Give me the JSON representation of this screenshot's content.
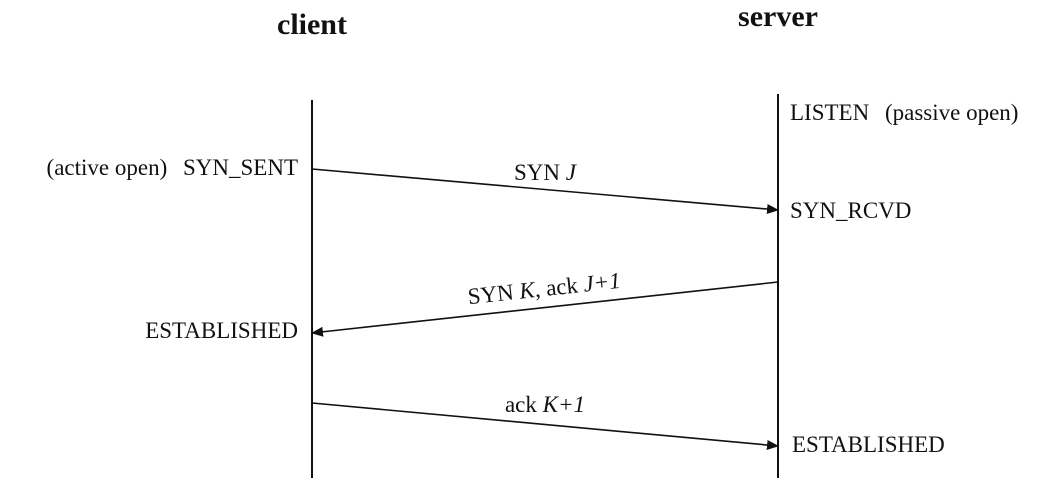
{
  "header": {
    "client_title": "client",
    "server_title": "server"
  },
  "client_states": {
    "active_open": "(active open)",
    "syn_sent": "SYN_SENT",
    "established": "ESTABLISHED"
  },
  "server_states": {
    "listen": "LISTEN",
    "passive_open": "(passive open)",
    "syn_rcvd": "SYN_RCVD",
    "established": "ESTABLISHED"
  },
  "messages": {
    "syn_j": {
      "prefix": "SYN ",
      "var": "J"
    },
    "syn_k_ack": {
      "prefix": "SYN ",
      "var1": "K",
      "middle": ", ack ",
      "var2": "J+1"
    },
    "ack_k": {
      "prefix": "ack ",
      "var": "K+1"
    }
  },
  "colors": {
    "ink": "#111111",
    "background": "#ffffff"
  }
}
